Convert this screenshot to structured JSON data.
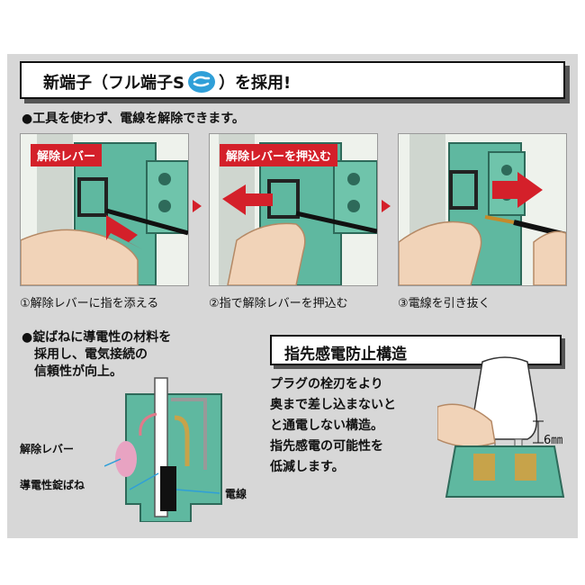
{
  "header": {
    "title_part1": "新端子（フル端子S",
    "title_part2": "）を採用!"
  },
  "section1": {
    "bullet": "●工具を使わず、電線を解除できます。",
    "steps": [
      {
        "label": "解除レバー",
        "caption": "①解除レバーに指を添える"
      },
      {
        "label": "解除レバーを押込む",
        "caption": "②指で解除レバーを押込む"
      },
      {
        "label": "",
        "caption": "③電線を引き抜く"
      }
    ]
  },
  "section2": {
    "lines": [
      "●錠ばねに導電性の材料を",
      "採用し、電気接続の",
      "信頼性が向上。"
    ],
    "labels": {
      "lever": "解除レバー",
      "spring": "導電性錠ばね",
      "wire": "電線"
    }
  },
  "section3": {
    "title": "指先感電防止構造",
    "lines": [
      "プラグの栓刃をより",
      "奥まで差し込まないと",
      "と通電しない構造。",
      "指先感電の可能性を",
      "低減します。"
    ],
    "dimension": "6㎜"
  },
  "colors": {
    "accent_red": "#d4202a",
    "device_green": "#5fb8a0",
    "badge_blue": "#2f9fd8",
    "panel_gray": "#d7d7d7"
  }
}
